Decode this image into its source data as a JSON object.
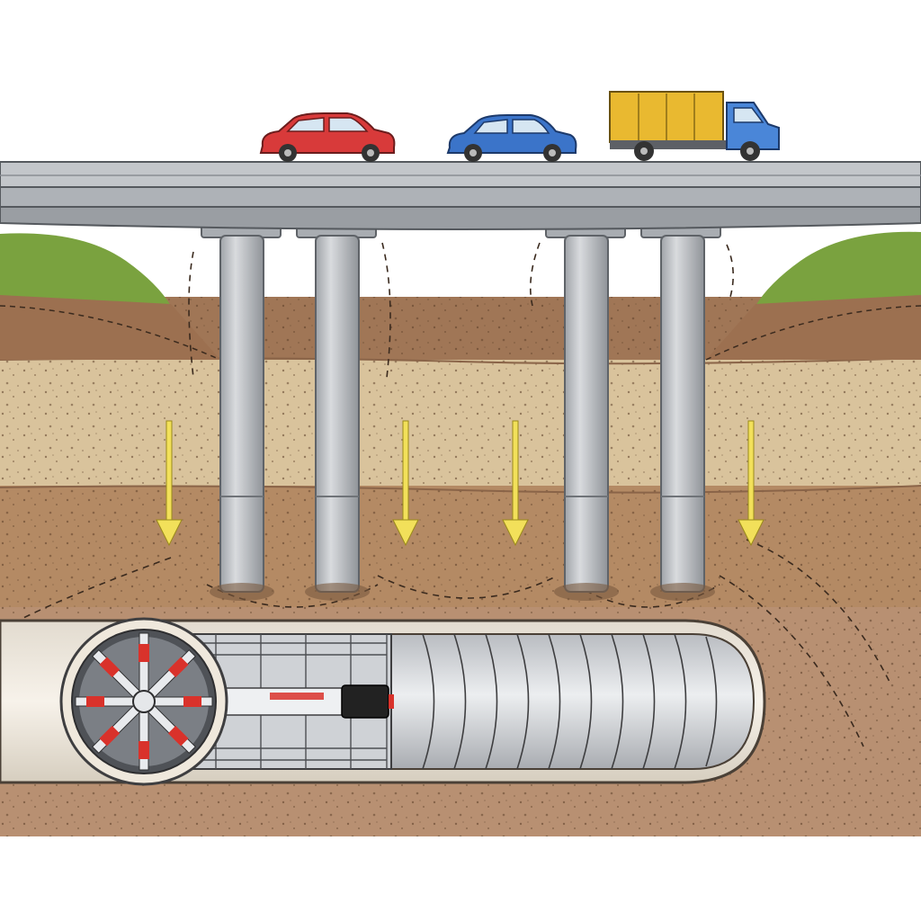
{
  "scene": {
    "subject": "bridge-over-tunnel-boring-cross-section",
    "colors": {
      "background": "#ffffff",
      "sky": "#ffffff",
      "deck": "#b9bcc0",
      "deck_shadow": "#8e9297",
      "pier": "#c4c7cb",
      "pier_shadow": "#9a9ea3",
      "grass": "#7aa23f",
      "grass_dark": "#5e8430",
      "soil_top": "#a07656",
      "soil_mid": "#d9c39c",
      "soil_low": "#b48a64",
      "soil_deep": "#b89072",
      "load_arrow": "#f2e05a",
      "tunnel_lining": "#efe8dc",
      "tunnel_interior": "#d4d6d9",
      "cutter_red": "#d9322b",
      "car_red": "#d83a3a",
      "car_blue": "#3b74c9",
      "truck_cargo": "#e9b930",
      "truck_cab": "#4a86d8"
    },
    "vehicles": [
      {
        "kind": "car",
        "color_key": "car_red"
      },
      {
        "kind": "car",
        "color_key": "car_blue"
      },
      {
        "kind": "truck",
        "color_key": "truck_cargo"
      }
    ],
    "pier_count": 4,
    "load_arrow_count": 4,
    "soil_layer_count": 4
  }
}
